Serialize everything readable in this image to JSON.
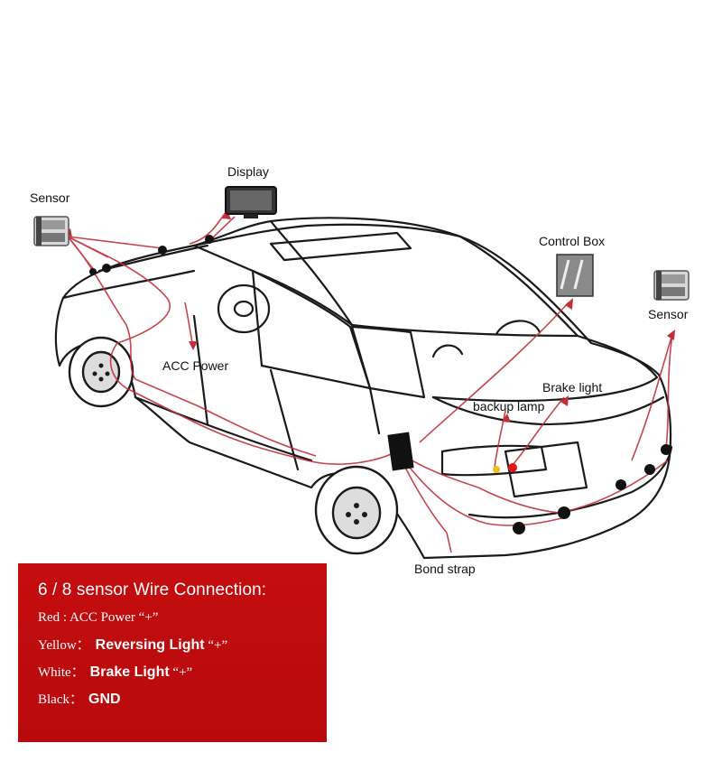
{
  "labels": {
    "display": "Display",
    "sensor_front": "Sensor",
    "control_box": "Control Box",
    "sensor_rear": "Sensor",
    "acc_power": "ACC Power",
    "brake_light": "Brake light",
    "backup_lamp": "backup lamp",
    "bond_strap": "Bond strap"
  },
  "panel": {
    "title": "6 / 8 sensor Wire Connection:",
    "rows": [
      {
        "key": "Red : ACC Power “+”",
        "value": "",
        "suffix": ""
      },
      {
        "key": "Yellow：",
        "value": "Reversing Light",
        "suffix": " “+”"
      },
      {
        "key": "White：",
        "value": "Brake Light",
        "suffix": " “+”"
      },
      {
        "key": "Black：",
        "value": "GND",
        "suffix": ""
      }
    ]
  },
  "colors": {
    "panel": "#c00c0e",
    "wire": "#c0303a",
    "outline": "#1a1a1a"
  }
}
